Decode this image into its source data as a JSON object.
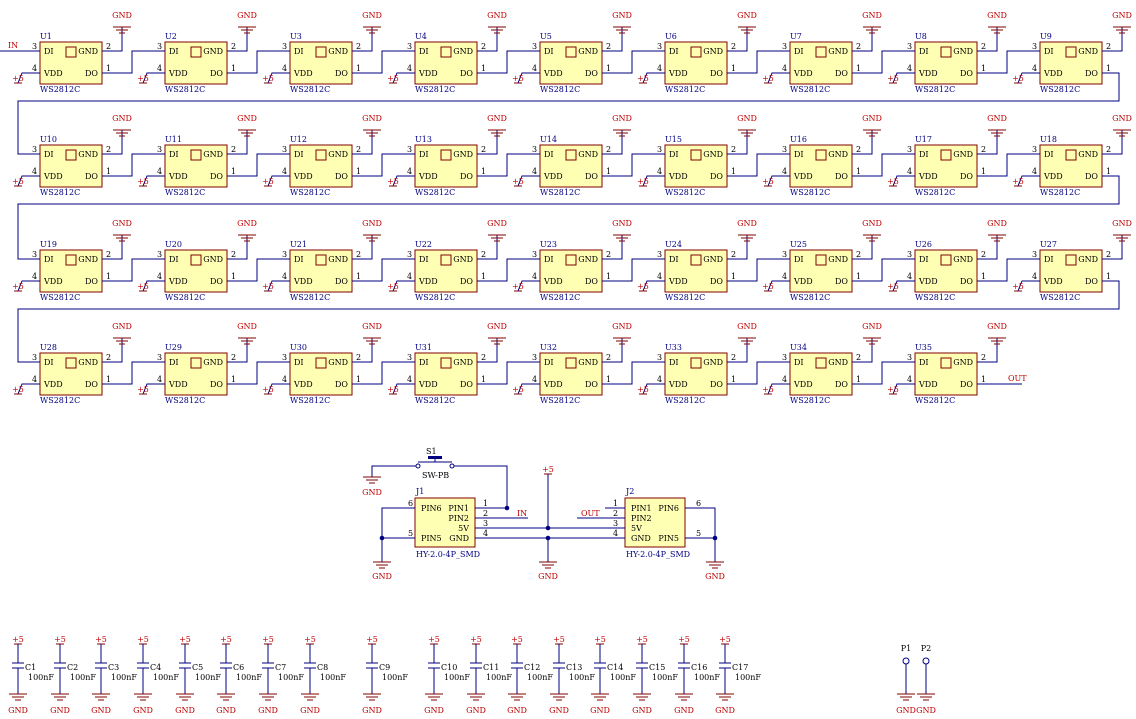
{
  "schematic": {
    "led_part": "WS2812C",
    "led_pins": {
      "di": "DI",
      "gnd": "GND",
      "vdd": "VDD",
      "do": "DO",
      "n_di": "3",
      "n_gnd": "2",
      "n_vdd": "4",
      "n_do": "1"
    },
    "led_refs": [
      "U1",
      "U2",
      "U3",
      "U4",
      "U5",
      "U6",
      "U7",
      "U8",
      "U9",
      "U10",
      "U11",
      "U12",
      "U13",
      "U14",
      "U15",
      "U16",
      "U17",
      "U18",
      "U19",
      "U20",
      "U21",
      "U22",
      "U23",
      "U24",
      "U25",
      "U26",
      "U27",
      "U28",
      "U29",
      "U30",
      "U31",
      "U32",
      "U33",
      "U34",
      "U35"
    ],
    "power_label": "+5",
    "ground_label": "GND",
    "net_in": "IN",
    "net_out": "OUT",
    "switch": {
      "ref": "S1",
      "part": "SW-PB"
    },
    "connector_part": "HY-2.0-4P_SMD",
    "connectors": [
      {
        "ref": "J1",
        "pins": [
          "PIN6",
          "PIN1",
          "PIN2",
          "5V",
          "PIN5",
          "GND"
        ],
        "numbers": [
          "6",
          "1",
          "2",
          "3",
          "5",
          "4"
        ]
      },
      {
        "ref": "J2",
        "pins": [
          "PIN1",
          "PIN2",
          "5V",
          "GND",
          "PIN6",
          "PIN5"
        ],
        "numbers": [
          "1",
          "2",
          "3",
          "4",
          "6",
          "5"
        ]
      }
    ],
    "capacitor_value": "100nF",
    "capacitor_refs": [
      "C1",
      "C2",
      "C3",
      "C4",
      "C5",
      "C6",
      "C7",
      "C8",
      "C9",
      "C10",
      "C11",
      "C12",
      "C13",
      "C14",
      "C15",
      "C16",
      "C17"
    ],
    "test_points": [
      "P1",
      "P2"
    ]
  },
  "colors": {
    "wire": "#000080",
    "body_fill": "#ffffb4",
    "body_stroke": "#800000",
    "pin_text": "#c00000",
    "power": "#800000",
    "label_text": "#000000"
  }
}
